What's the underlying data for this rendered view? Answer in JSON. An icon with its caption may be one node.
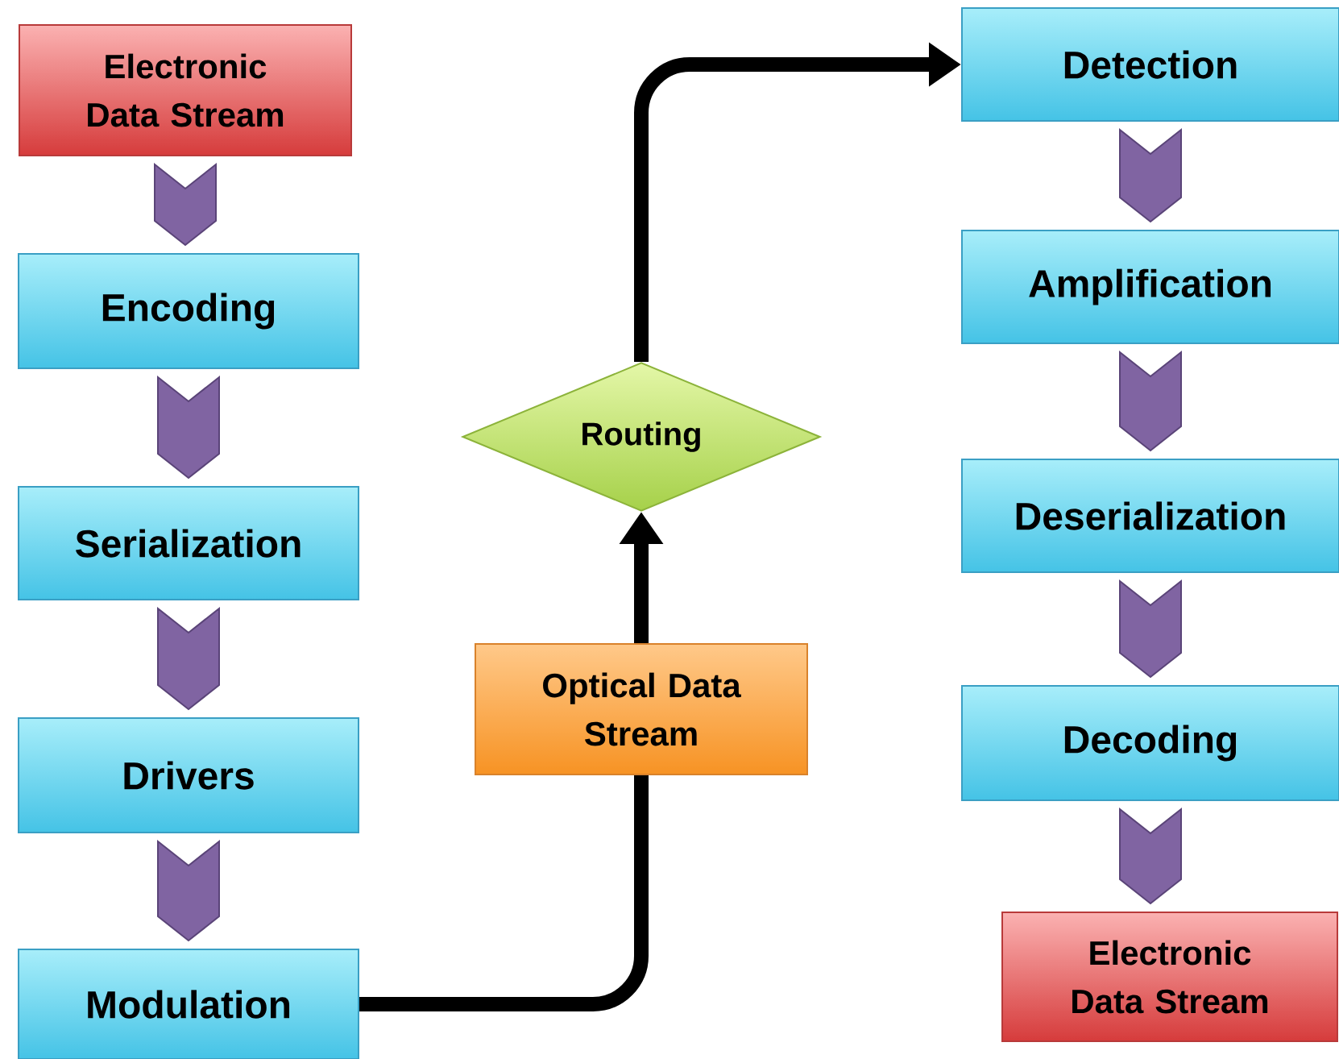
{
  "diagram": {
    "nodes": [
      {
        "text": [
          "Electronic Data Stream"
        ]
      },
      {
        "text": [
          "Encoding"
        ]
      },
      {
        "text": [
          "Serialization"
        ]
      },
      {
        "text": [
          "Drivers"
        ]
      },
      {
        "text": [
          "Modulation"
        ]
      },
      {
        "text": [
          "Optical Data Stream"
        ]
      },
      {
        "text": [
          "Routing"
        ]
      },
      {
        "text": [
          "Detection"
        ]
      },
      {
        "text": [
          "Amplification"
        ]
      },
      {
        "text": [
          "Deserialization"
        ]
      },
      {
        "text": [
          "Decoding"
        ]
      },
      {
        "text": [
          "Electronic Data Stream"
        ]
      }
    ],
    "edges": [
      {
        "from": 0,
        "to": 1,
        "arrow": "to"
      },
      {
        "from": 1,
        "to": 2,
        "arrow": "to"
      },
      {
        "from": 2,
        "to": 3,
        "arrow": "to"
      },
      {
        "from": 3,
        "to": 4,
        "arrow": "to"
      },
      {
        "from": 4,
        "to": 5,
        "arrow": "none"
      },
      {
        "from": 5,
        "to": 6,
        "arrow": "to"
      },
      {
        "from": 6,
        "to": 7,
        "arrow": "to"
      },
      {
        "from": 7,
        "to": 8,
        "arrow": "to"
      },
      {
        "from": 8,
        "to": 9,
        "arrow": "to"
      },
      {
        "from": 9,
        "to": 10,
        "arrow": "to"
      },
      {
        "from": 10,
        "to": 11,
        "arrow": "to"
      }
    ]
  }
}
